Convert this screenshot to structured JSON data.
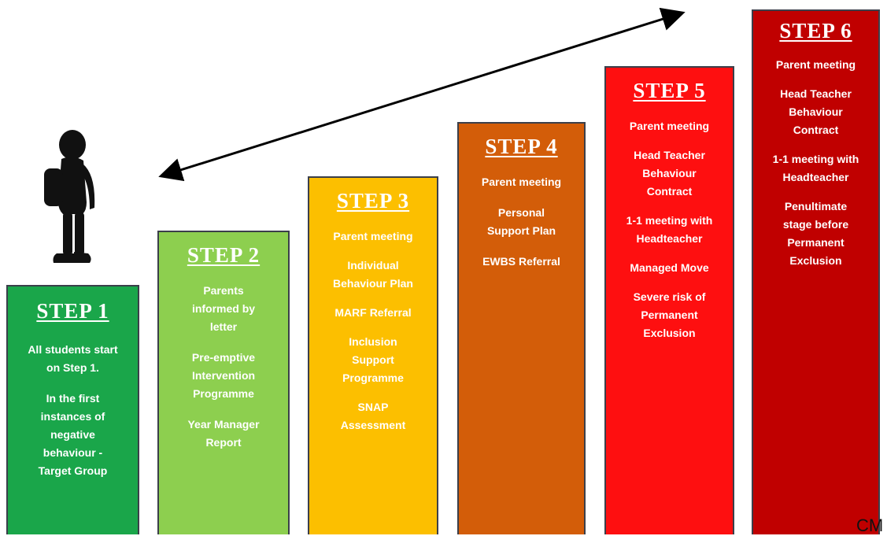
{
  "steps": [
    {
      "title": "STEP 1",
      "color": "#1aa64a",
      "items": [
        "All students start on Step 1.",
        "In the first instances of negative behaviour - Target Group"
      ]
    },
    {
      "title": "STEP 2",
      "color": "#8dcf4f",
      "items": [
        "Parents informed by letter",
        "Pre-emptive Intervention Programme",
        "Year Manager Report"
      ]
    },
    {
      "title": "STEP 3",
      "color": "#fcbf00",
      "items": [
        "Parent meeting",
        "Individual Behaviour Plan",
        "MARF Referral",
        "Inclusion Support Programme",
        "SNAP Assessment"
      ]
    },
    {
      "title": "STEP 4",
      "color": "#d35d09",
      "items": [
        "Parent meeting",
        "Personal Support Plan",
        "EWBS Referral"
      ]
    },
    {
      "title": "STEP 5",
      "color": "#fe0f10",
      "items": [
        "Parent meeting",
        "Head Teacher Behaviour Contract",
        "1-1 meeting with Headteacher",
        "Managed Move",
        "Severe risk of Permanent Exclusion"
      ]
    },
    {
      "title": "STEP 6",
      "color": "#c00000",
      "items": [
        "Parent meeting",
        "Head Teacher Behaviour Contract",
        "1-1 meeting with Headteacher",
        "Penultimate stage before Permanent Exclusion"
      ]
    }
  ],
  "arrow": {
    "type": "double-headed",
    "color": "#000000"
  },
  "figure": {
    "icon": "student-silhouette-icon"
  },
  "watermark": "CM"
}
